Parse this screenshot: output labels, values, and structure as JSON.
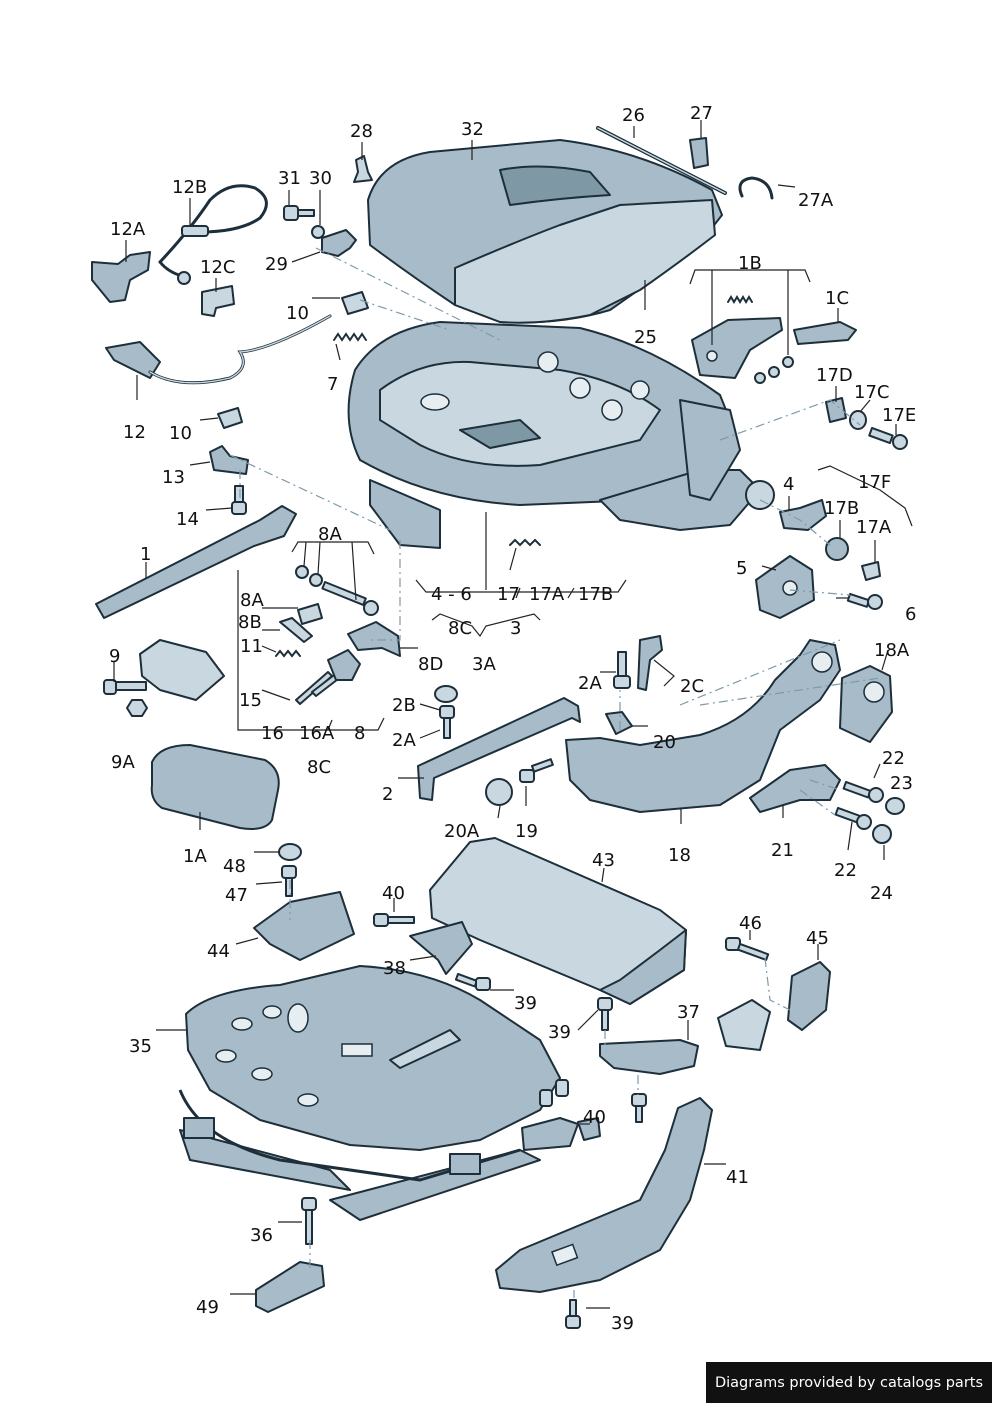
{
  "labels": {
    "l28": "28",
    "l32": "32",
    "l26": "26",
    "l27": "27",
    "l27a": "27A",
    "l12b": "12B",
    "l31": "31",
    "l30": "30",
    "l12a": "12A",
    "l12c": "12C",
    "l29": "29",
    "l1b": "1B",
    "l1c": "1C",
    "l25": "25",
    "l10a": "10",
    "l7": "7",
    "l12": "12",
    "l10b": "10",
    "l17d": "17D",
    "l17c": "17C",
    "l17e": "17E",
    "l13": "13",
    "l14": "14",
    "l4": "4",
    "l17f": "17F",
    "l17b": "17B",
    "l1": "1",
    "l8a": "8A",
    "l17a": "17A",
    "l5": "5",
    "l4_6": "4 - 6",
    "l17": "17",
    "l17a2": "17A",
    "l17b2": "17B",
    "l6": "6",
    "l8a2": "8A",
    "l8b": "8B",
    "l8c": "8C",
    "l3": "3",
    "l11": "11",
    "l8d": "8D",
    "l3a": "3A",
    "l18a": "18A",
    "l9": "9",
    "l2a": "2A",
    "l2c": "2C",
    "l15": "15",
    "l2b": "2B",
    "l2a2": "2A",
    "l16": "16",
    "l16a": "16A",
    "l8": "8",
    "l20": "20",
    "l22": "22",
    "l23": "23",
    "l9a": "9A",
    "l8c2": "8C",
    "l2": "2",
    "l20a": "20A",
    "l19": "19",
    "l18": "18",
    "l21": "21",
    "l22b": "22",
    "l24": "24",
    "l1a": "1A",
    "l48": "48",
    "l47": "47",
    "l43": "43",
    "l40": "40",
    "l44": "44",
    "l46": "46",
    "l45": "45",
    "l38": "38",
    "l39a": "39",
    "l39b": "39",
    "l37": "37",
    "l35": "35",
    "l40b": "40",
    "l41": "41",
    "l36": "36",
    "l49": "49",
    "l39c": "39"
  },
  "credit": "Diagrams provided by catalogs parts",
  "colors": {
    "part": "#a7bcc8",
    "outline": "#1d2f3a",
    "dash": "#7d9aab",
    "credit_bg": "#111111"
  }
}
